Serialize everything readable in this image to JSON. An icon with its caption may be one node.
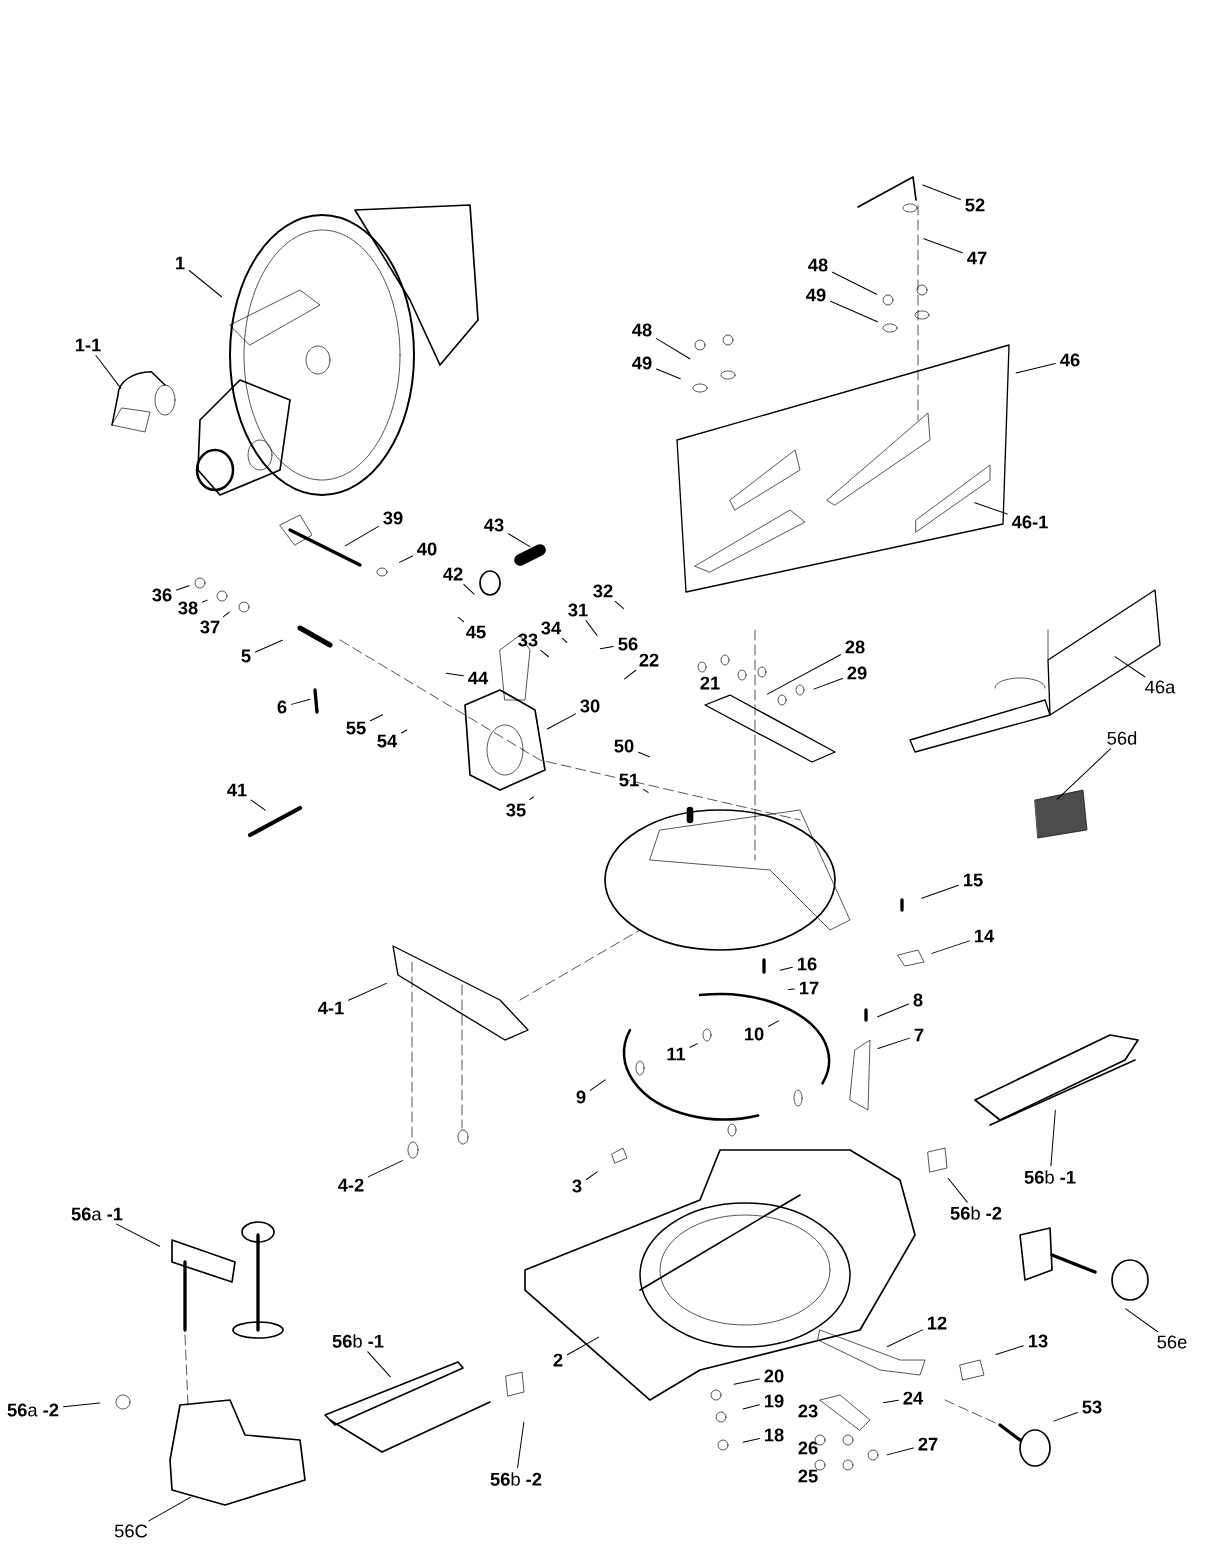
{
  "diagram": {
    "nodes": [
      {
        "text": [
          "1"
        ]
      },
      {
        "text": [
          "1-1"
        ]
      },
      {
        "text": [
          "52"
        ]
      },
      {
        "text": [
          "47"
        ]
      },
      {
        "text": [
          "48"
        ]
      },
      {
        "text": [
          "49"
        ]
      },
      {
        "text": [
          "48"
        ]
      },
      {
        "text": [
          "49"
        ]
      },
      {
        "text": [
          "46"
        ]
      },
      {
        "text": [
          "46-1"
        ]
      },
      {
        "text": [
          "39"
        ]
      },
      {
        "text": [
          "43"
        ]
      },
      {
        "text": [
          "40"
        ]
      },
      {
        "text": [
          "42"
        ]
      },
      {
        "text": [
          "36"
        ]
      },
      {
        "text": [
          "38"
        ]
      },
      {
        "text": [
          "37"
        ]
      },
      {
        "text": [
          "32"
        ]
      },
      {
        "text": [
          "31"
        ]
      },
      {
        "text": [
          "45"
        ]
      },
      {
        "text": [
          "33"
        ]
      },
      {
        "text": [
          "34"
        ]
      },
      {
        "text": [
          "56"
        ]
      },
      {
        "text": [
          "5"
        ]
      },
      {
        "text": [
          "22"
        ]
      },
      {
        "text": [
          "28"
        ]
      },
      {
        "text": [
          "29"
        ]
      },
      {
        "text": [
          "21"
        ]
      },
      {
        "text": [
          "44"
        ]
      },
      {
        "text": [
          "30"
        ]
      },
      {
        "text": [
          "6"
        ]
      },
      {
        "text": [
          "55"
        ]
      },
      {
        "text": [
          "54"
        ]
      },
      {
        "text": [
          "50"
        ]
      },
      {
        "text": [
          "51"
        ]
      },
      {
        "text": [
          "41"
        ]
      },
      {
        "text": [
          "35"
        ]
      },
      {
        "text": [
          "46a"
        ]
      },
      {
        "text": [
          "56d"
        ]
      },
      {
        "text": [
          "15"
        ]
      },
      {
        "text": [
          "14"
        ]
      },
      {
        "text": [
          "16"
        ]
      },
      {
        "text": [
          "17"
        ]
      },
      {
        "text": [
          "8"
        ]
      },
      {
        "text": [
          "7"
        ]
      },
      {
        "text": [
          "10"
        ]
      },
      {
        "text": [
          "11"
        ]
      },
      {
        "text": [
          "9"
        ]
      },
      {
        "text": [
          "4-1"
        ]
      },
      {
        "text": [
          "4-2"
        ]
      },
      {
        "text": [
          "3"
        ]
      },
      {
        "text": [
          "**56**b **-1**"
        ]
      },
      {
        "text": [
          "**56**b **-2**"
        ]
      },
      {
        "text": [
          "56e"
        ]
      },
      {
        "text": [
          "12"
        ]
      },
      {
        "text": [
          "13"
        ]
      },
      {
        "text": [
          "20"
        ]
      },
      {
        "text": [
          "19"
        ]
      },
      {
        "text": [
          "18"
        ]
      },
      {
        "text": [
          "23"
        ]
      },
      {
        "text": [
          "24"
        ]
      },
      {
        "text": [
          "26"
        ]
      },
      {
        "text": [
          "25"
        ]
      },
      {
        "text": [
          "27"
        ]
      },
      {
        "text": [
          "53"
        ]
      },
      {
        "text": [
          "2"
        ]
      },
      {
        "text": [
          "**56**a **-1**"
        ]
      },
      {
        "text": [
          "**56**a **-2**"
        ]
      },
      {
        "text": [
          "**56**b **-1**"
        ]
      },
      {
        "text": [
          "**56**b **-2**"
        ]
      },
      {
        "text": [
          "56C"
        ]
      }
    ],
    "edges": [
      {
        "from": 0,
        "to": null,
        "arrow": "none"
      },
      {
        "from": 1,
        "to": null,
        "arrow": "none"
      },
      {
        "from": 2,
        "to": null,
        "arrow": "none"
      },
      {
        "from": 3,
        "to": null,
        "arrow": "none"
      },
      {
        "from": 4,
        "to": null,
        "arrow": "none"
      },
      {
        "from": 5,
        "to": null,
        "arrow": "none"
      },
      {
        "from": 6,
        "to": null,
        "arrow": "none"
      },
      {
        "from": 7,
        "to": null,
        "arrow": "none"
      },
      {
        "from": 8,
        "to": null,
        "arrow": "none"
      },
      {
        "from": 9,
        "to": null,
        "arrow": "none"
      },
      {
        "from": 10,
        "to": null,
        "arrow": "none"
      },
      {
        "from": 11,
        "to": null,
        "arrow": "none"
      },
      {
        "from": 12,
        "to": null,
        "arrow": "none"
      },
      {
        "from": 13,
        "to": null,
        "arrow": "none"
      },
      {
        "from": 14,
        "to": null,
        "arrow": "none"
      },
      {
        "from": 15,
        "to": null,
        "arrow": "none"
      },
      {
        "from": 16,
        "to": null,
        "arrow": "none"
      },
      {
        "from": 17,
        "to": null,
        "arrow": "none"
      },
      {
        "from": 18,
        "to": null,
        "arrow": "none"
      },
      {
        "from": 19,
        "to": null,
        "arrow": "none"
      },
      {
        "from": 20,
        "to": null,
        "arrow": "none"
      },
      {
        "from": 21,
        "to": null,
        "arrow": "none"
      },
      {
        "from": 22,
        "to": null,
        "arrow": "none"
      },
      {
        "from": 23,
        "to": null,
        "arrow": "none"
      },
      {
        "from": 24,
        "to": null,
        "arrow": "none"
      },
      {
        "from": 25,
        "to": null,
        "arrow": "none"
      },
      {
        "from": 26,
        "to": null,
        "arrow": "none"
      },
      {
        "from": 28,
        "to": null,
        "arrow": "none"
      },
      {
        "from": 29,
        "to": null,
        "arrow": "none"
      },
      {
        "from": 30,
        "to": null,
        "arrow": "none"
      },
      {
        "from": 31,
        "to": null,
        "arrow": "none"
      },
      {
        "from": 32,
        "to": null,
        "arrow": "none"
      },
      {
        "from": 33,
        "to": null,
        "arrow": "none"
      },
      {
        "from": 34,
        "to": null,
        "arrow": "none"
      },
      {
        "from": 35,
        "to": null,
        "arrow": "none"
      },
      {
        "from": 36,
        "to": null,
        "arrow": "none"
      },
      {
        "from": 37,
        "to": null,
        "arrow": "none"
      },
      {
        "from": 38,
        "to": null,
        "arrow": "none"
      },
      {
        "from": 39,
        "to": null,
        "arrow": "none"
      },
      {
        "from": 40,
        "to": null,
        "arrow": "none"
      },
      {
        "from": 41,
        "to": null,
        "arrow": "none"
      },
      {
        "from": 42,
        "to": null,
        "arrow": "none"
      },
      {
        "from": 43,
        "to": null,
        "arrow": "none"
      },
      {
        "from": 44,
        "to": null,
        "arrow": "none"
      },
      {
        "from": 45,
        "to": null,
        "arrow": "none"
      },
      {
        "from": 46,
        "to": null,
        "arrow": "none"
      },
      {
        "from": 47,
        "to": null,
        "arrow": "none"
      },
      {
        "from": 48,
        "to": null,
        "arrow": "none"
      },
      {
        "from": 49,
        "to": null,
        "arrow": "none"
      },
      {
        "from": 50,
        "to": null,
        "arrow": "none"
      },
      {
        "from": 51,
        "to": null,
        "arrow": "none"
      },
      {
        "from": 52,
        "to": null,
        "arrow": "none"
      },
      {
        "from": 53,
        "to": null,
        "arrow": "none"
      },
      {
        "from": 54,
        "to": null,
        "arrow": "none"
      },
      {
        "from": 55,
        "to": null,
        "arrow": "none"
      },
      {
        "from": 56,
        "to": null,
        "arrow": "none"
      },
      {
        "from": 57,
        "to": null,
        "arrow": "none"
      },
      {
        "from": 58,
        "to": null,
        "arrow": "none"
      },
      {
        "from": 60,
        "to": null,
        "arrow": "none"
      },
      {
        "from": 63,
        "to": null,
        "arrow": "none"
      },
      {
        "from": 64,
        "to": null,
        "arrow": "none"
      },
      {
        "from": 65,
        "to": null,
        "arrow": "none"
      },
      {
        "from": 66,
        "to": null,
        "arrow": "none"
      },
      {
        "from": 67,
        "to": null,
        "arrow": "none"
      },
      {
        "from": 68,
        "to": null,
        "arrow": "none"
      },
      {
        "from": 69,
        "to": null,
        "arrow": "none"
      },
      {
        "from": 70,
        "to": null,
        "arrow": "none"
      }
    ]
  }
}
